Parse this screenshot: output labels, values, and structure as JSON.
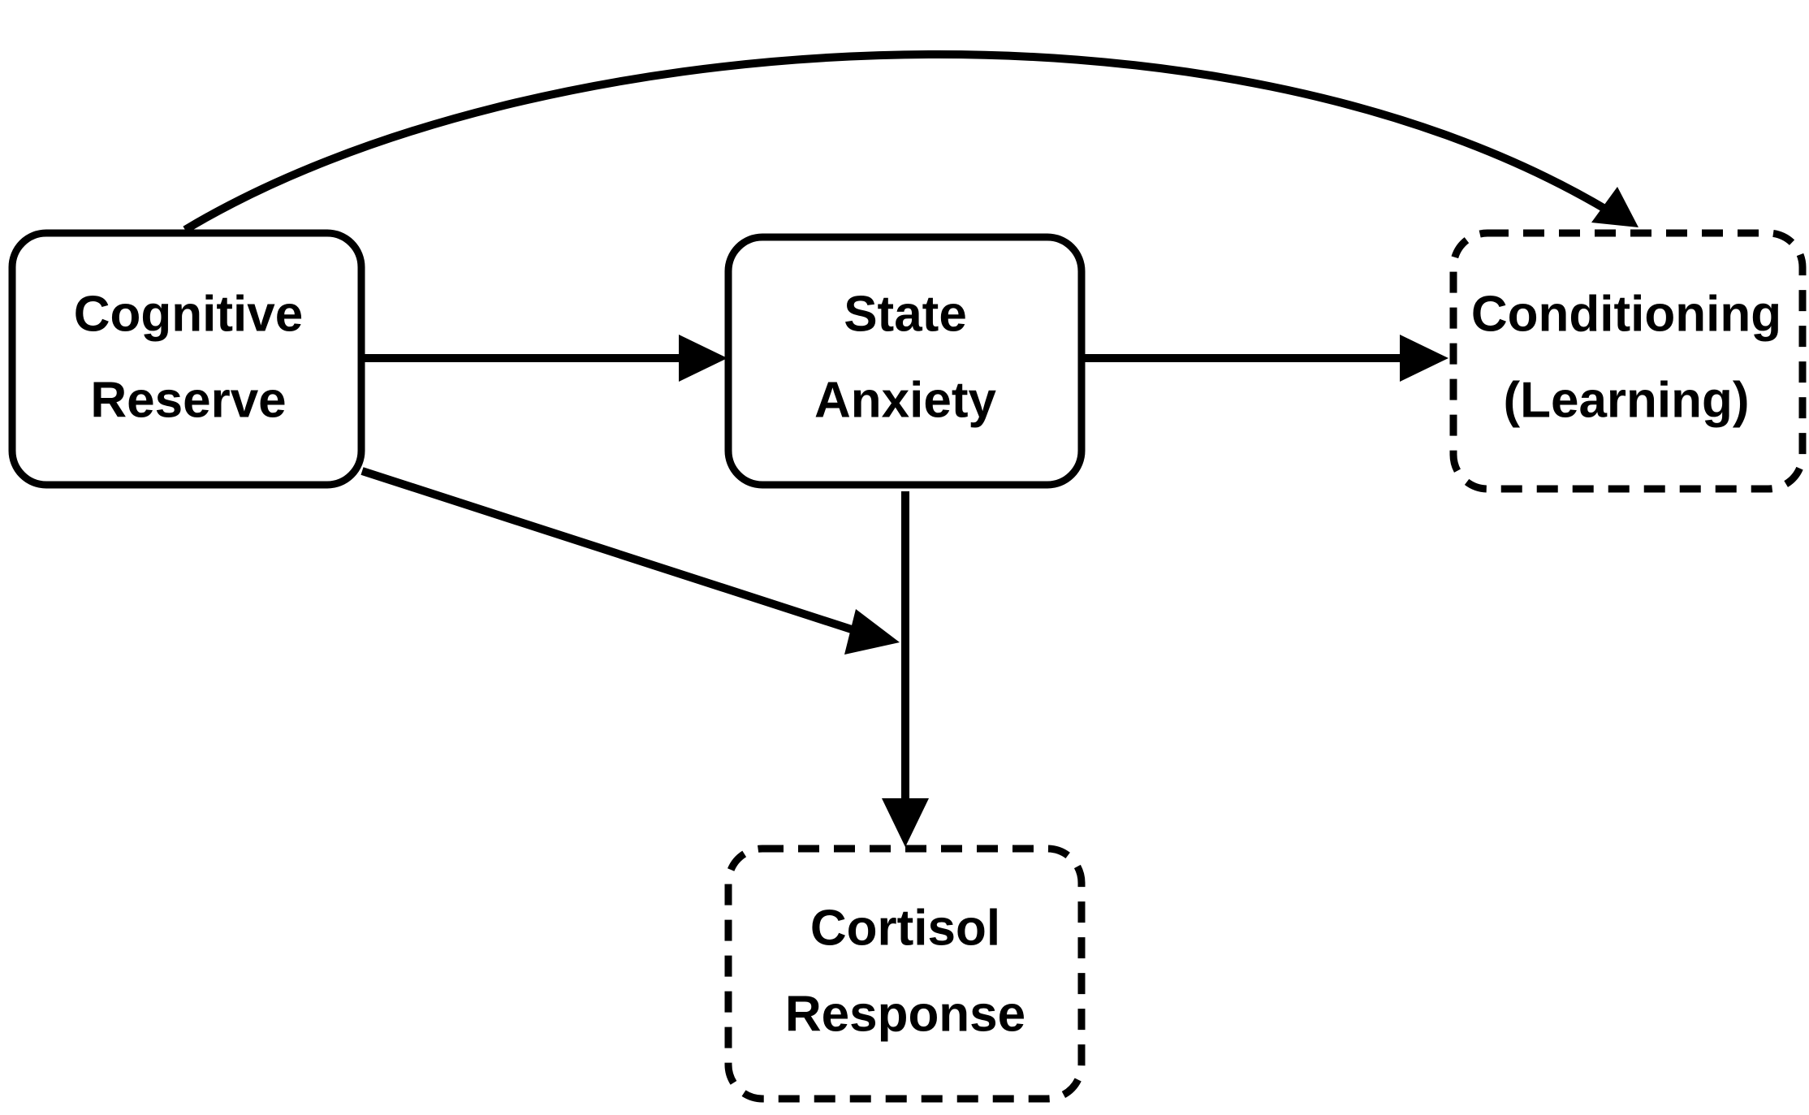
{
  "nodes": {
    "cognitive_reserve": {
      "line1": "Cognitive",
      "line2": "Reserve",
      "style": "solid"
    },
    "state_anxiety": {
      "line1": "State",
      "line2": "Anxiety",
      "style": "solid"
    },
    "conditioning": {
      "line1": "Conditioning",
      "line2": "(Learning)",
      "style": "dashed"
    },
    "cortisol_response": {
      "line1": "Cortisol",
      "line2": "Response",
      "style": "dashed"
    }
  },
  "edges": [
    {
      "from": "cognitive_reserve",
      "to": "state_anxiety"
    },
    {
      "from": "state_anxiety",
      "to": "conditioning"
    },
    {
      "from": "state_anxiety",
      "to": "cortisol_response"
    },
    {
      "from": "cognitive_reserve",
      "to": "conditioning",
      "shape": "curved"
    },
    {
      "from": "cognitive_reserve",
      "to": "state_anxiety->cortisol_response",
      "note": "moderation"
    }
  ],
  "colors": {
    "stroke": "#000000",
    "background": "#ffffff"
  }
}
